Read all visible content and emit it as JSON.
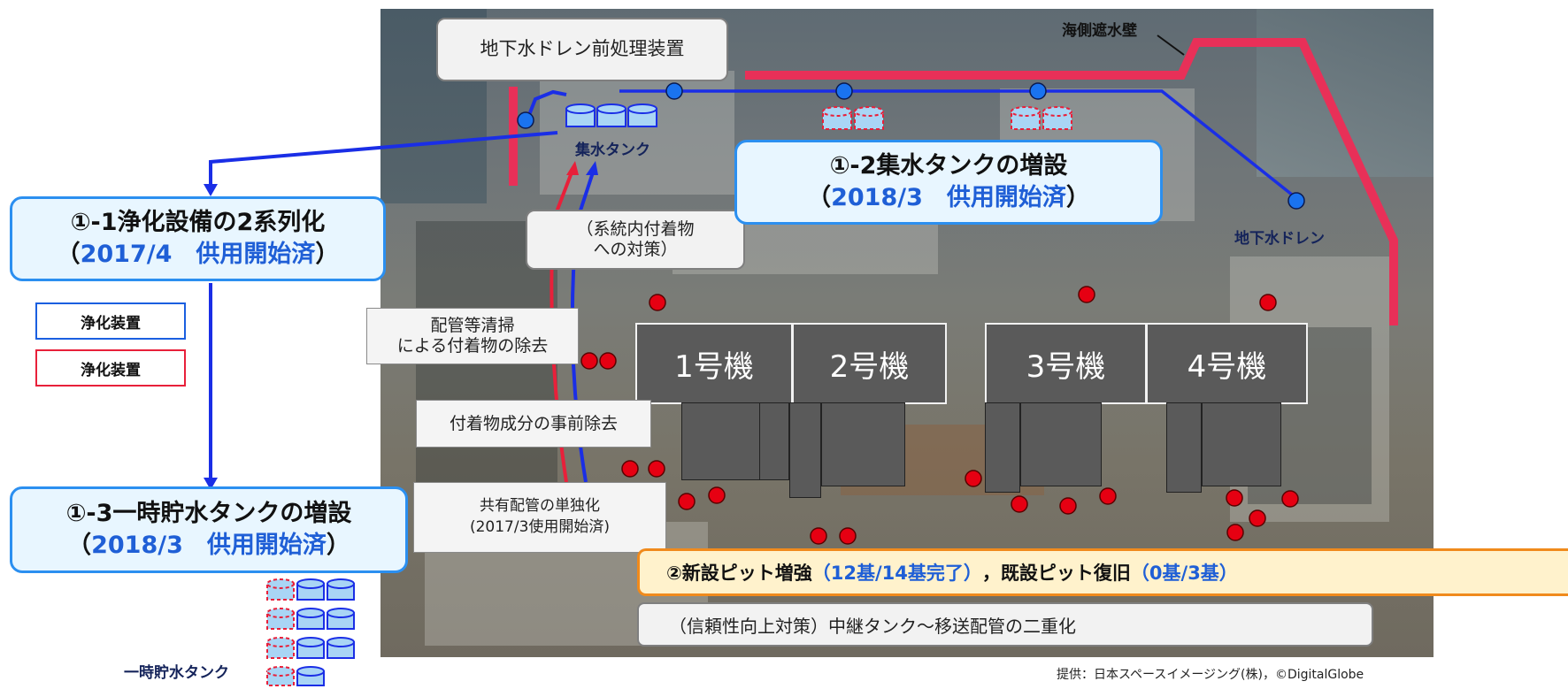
{
  "labels": {
    "pretreatment": "地下水ドレン前処理装置",
    "seawall": "海側遮水壁",
    "collection_tank": "集水タンク",
    "groundwater_drain": "地下水ドレン",
    "temp_tank": "一時貯水タンク",
    "credit": "提供：日本スペースイメージング(株)，©DigitalGlobe"
  },
  "callouts": {
    "deposit_measures": "（系統内付着物\nへの対策）",
    "pipe_cleaning": "配管等清掃\nによる付着物の除去",
    "pre_removal": "付着物成分の事前除去",
    "shared_pipe": "共有配管の単独化\n(2017/3使用開始済)"
  },
  "boxes": {
    "b1": {
      "title": "①-1浄化設備の2系列化",
      "status_open": "（",
      "status": "2017/4　供用開始済",
      "status_close": "）"
    },
    "b2": {
      "title": "①-2集水タンクの増設",
      "status_open": "（",
      "status": "2018/3　供用開始済",
      "status_close": "）"
    },
    "b3": {
      "title": "①-3一時貯水タンクの増設",
      "status_open": "（",
      "status": "2018/3　供用開始済",
      "status_close": "）"
    }
  },
  "legend": {
    "blue_purifier": "浄化装置",
    "red_purifier": "浄化装置"
  },
  "units": [
    "1号機",
    "2号機",
    "3号機",
    "4号機"
  ],
  "pit_bar": {
    "prefix": "②新設ピット増強",
    "new_count": "（12基/14基完了）",
    "middle": "，既設ピット復旧",
    "old_count": "（0基/3基）"
  },
  "reliability": "（信頼性向上対策）中継タンク～移送配管の二重化",
  "colors": {
    "blue_line": "#1a2ee6",
    "red_line": "#e8203a",
    "seawall": "#e83058",
    "pit_red": "#e60012",
    "drain_blue": "#1a73f0",
    "box_border": "#2b8ff0",
    "pit_bar_border": "#f08a1c"
  }
}
